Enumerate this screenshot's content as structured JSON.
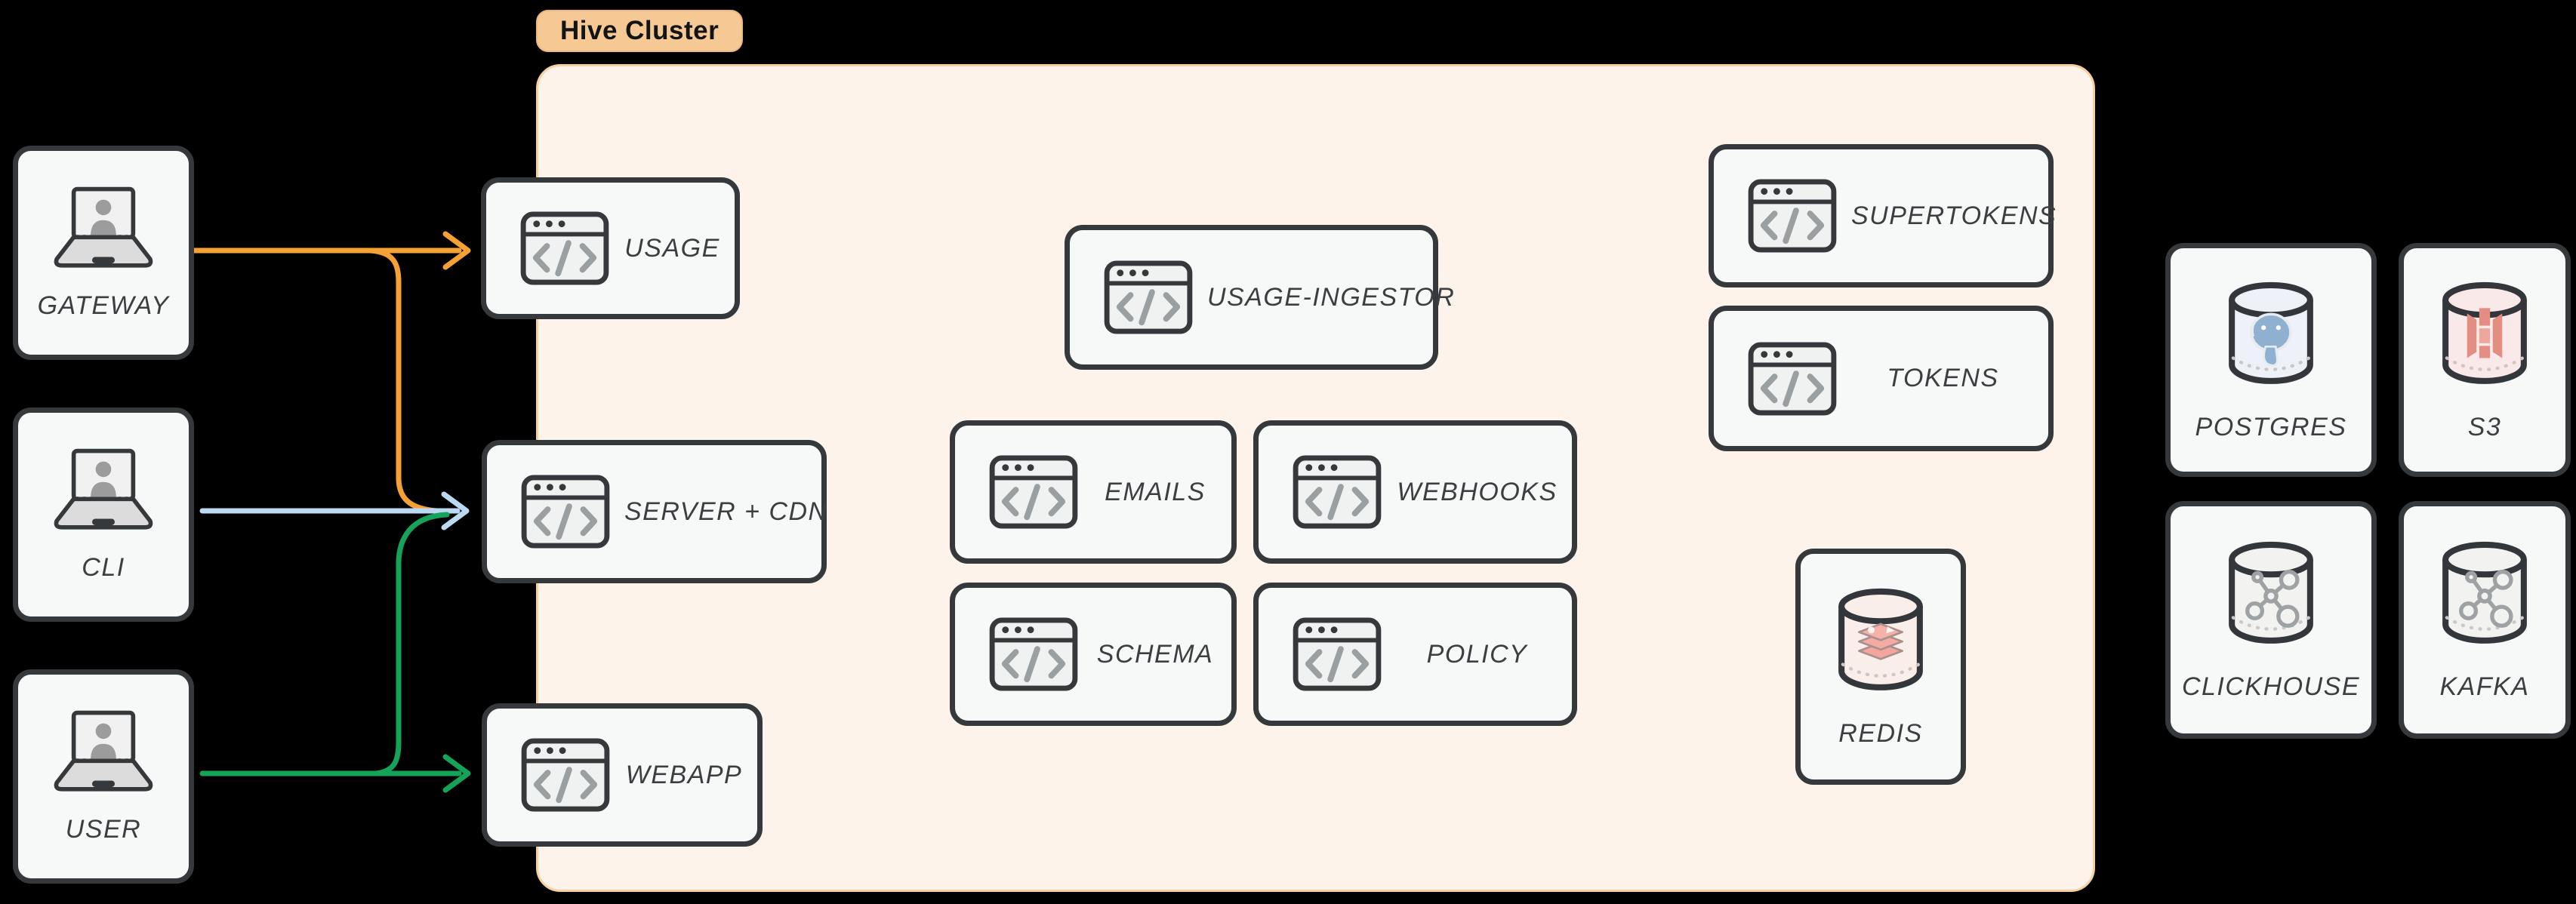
{
  "cluster": {
    "tag_label": "Hive Cluster"
  },
  "nodes": {
    "gateway": {
      "label": "GATEWAY",
      "icon": "laptop-user-icon"
    },
    "cli": {
      "label": "CLI",
      "icon": "laptop-user-icon"
    },
    "user": {
      "label": "USER",
      "icon": "laptop-user-icon"
    },
    "usage": {
      "label": "USAGE",
      "icon": "code-window-icon"
    },
    "server_cdn": {
      "label": "SERVER + CDN",
      "icon": "code-window-icon"
    },
    "webapp": {
      "label": "WEBAPP",
      "icon": "code-window-icon"
    },
    "usage_ingestor": {
      "label": "USAGE-INGESTOR",
      "icon": "code-window-icon"
    },
    "emails": {
      "label": "EMAILS",
      "icon": "code-window-icon"
    },
    "webhooks": {
      "label": "WEBHOOKS",
      "icon": "code-window-icon"
    },
    "schema": {
      "label": "SCHEMA",
      "icon": "code-window-icon"
    },
    "policy": {
      "label": "POLICY",
      "icon": "code-window-icon"
    },
    "supertokens": {
      "label": "SUPERTOKENS",
      "icon": "code-window-icon"
    },
    "tokens": {
      "label": "TOKENS",
      "icon": "code-window-icon"
    },
    "redis": {
      "label": "REDIS",
      "icon": "database-cylinder-redis-icon"
    },
    "postgres": {
      "label": "POSTGRES",
      "icon": "database-cylinder-postgres-icon"
    },
    "s3": {
      "label": "S3",
      "icon": "database-cylinder-s3-icon"
    },
    "clickhouse": {
      "label": "CLICKHOUSE",
      "icon": "database-cylinder-network-icon"
    },
    "kafka": {
      "label": "KAFKA",
      "icon": "database-cylinder-network-icon"
    }
  },
  "connections": {
    "gateway_to_usage": {
      "color": "#f6a135"
    },
    "gateway_to_server_cdn": {
      "color": "#f6a135"
    },
    "cli_to_server_cdn": {
      "color": "#bcd9f4"
    },
    "user_to_webapp": {
      "color": "#15a35a"
    },
    "user_to_server_cdn": {
      "color": "#15a35a"
    }
  },
  "palette": {
    "background": "#000000",
    "node_fill": "#f7f8f8",
    "node_border": "#36393b",
    "label_color": "#3c3f41",
    "cluster_fill": "#fdf3ea",
    "cluster_border": "#f8cf9e",
    "cluster_tag_fill": "#f6c894",
    "arrow_orange": "#f6a135",
    "arrow_blue": "#bcd9f4",
    "arrow_green": "#15a35a"
  }
}
